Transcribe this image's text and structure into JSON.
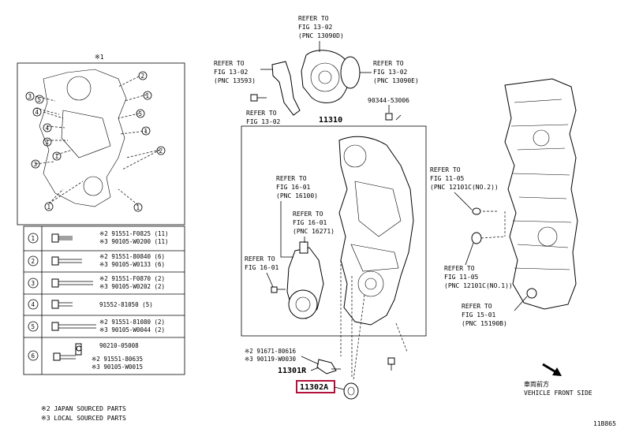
{
  "inset": {
    "title": "※1",
    "callouts": [
      "1",
      "2",
      "3",
      "4",
      "5",
      "6"
    ]
  },
  "legend": {
    "rows": [
      {
        "num": "1",
        "lines": [
          "※2 91551-F0825 (11)",
          "※3 90105-W0200 (11)"
        ]
      },
      {
        "num": "2",
        "lines": [
          "※2 91551-80840 (6)",
          "※3 90105-W0133 (6)"
        ]
      },
      {
        "num": "3",
        "lines": [
          "※2 91551-F0870 (2)",
          "※3 90105-W0202 (2)"
        ]
      },
      {
        "num": "4",
        "lines": [
          "91552-81050 (5)"
        ]
      },
      {
        "num": "5",
        "lines": [
          "※2 91551-81080 (2)",
          "※3 90105-W0044 (2)"
        ]
      },
      {
        "num": "6",
        "lines": [
          "90210-05008",
          "※2 91551-80635",
          "※3 90105-W0015"
        ]
      }
    ]
  },
  "footnotes": [
    "※2 JAPAN SOURCED PARTS",
    "※3 LOCAL SOURCED PARTS"
  ],
  "refs": {
    "fig1302_top": [
      "REFER TO",
      "FIG 13-02",
      "(PNC 13090D)"
    ],
    "fig1302_left": [
      "REFER TO",
      "FIG 13-02",
      "(PNC 13593)"
    ],
    "fig1302_right": [
      "REFER TO",
      "FIG 13-02",
      "(PNC 13090E)"
    ],
    "fig1302_bolt": [
      "REFER TO",
      "FIG 13-02"
    ],
    "fig1601_a": [
      "REFER TO",
      "FIG 16-01",
      "(PNC 16100)"
    ],
    "fig1601_b": [
      "REFER TO",
      "FIG 16-01",
      "(PNC 16271)"
    ],
    "fig1601_c": [
      "REFER TO",
      "FIG 16-01"
    ],
    "fig1105_a": [
      "REFER TO",
      "FIG 11-05",
      "(PNC 12101C(NO.2))"
    ],
    "fig1105_b": [
      "REFER TO",
      "FIG 11-05",
      "(PNC 12101C(NO.1))"
    ],
    "fig1501": [
      "REFER TO",
      "FIG 15-01",
      "(PNC 15190B)"
    ]
  },
  "parts": {
    "p90344": "90344-53006",
    "p11310": "11310",
    "p91671": "※2 91671-80616",
    "p90119": "※3 90119-W0030",
    "p11301r": "11301R",
    "p11302a": "11302A"
  },
  "direction": {
    "jp": "車両前方",
    "en": "VEHICLE FRONT SIDE"
  },
  "figure_code": "11B865"
}
